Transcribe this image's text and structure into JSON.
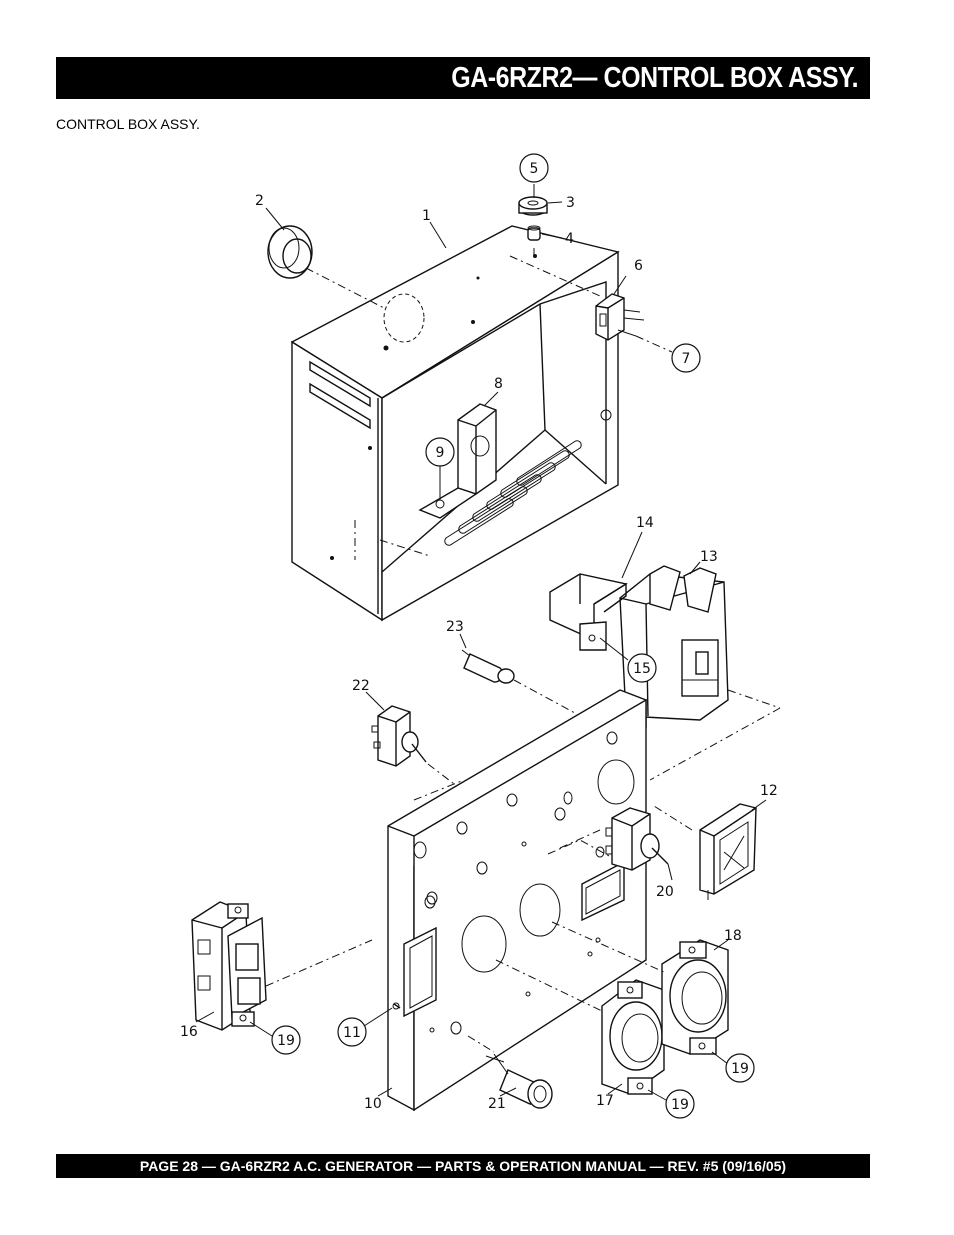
{
  "header": {
    "title": "GA-6RZR2— CONTROL BOX ASSY."
  },
  "section_label": "CONTROL BOX ASSY.",
  "footer": {
    "text": "PAGE 28 — GA-6RZR2 A.C. GENERATOR — PARTS & OPERATION MANUAL — REV. #5 (09/16/05)"
  },
  "callouts": {
    "c1": "1",
    "c2": "2",
    "c3": "3",
    "c4": "4",
    "c5": "5",
    "c6": "6",
    "c7": "7",
    "c8": "8",
    "c9": "9",
    "c10": "10",
    "c11": "11",
    "c12": "12",
    "c13": "13",
    "c14": "14",
    "c15": "15",
    "c16": "16",
    "c17": "17",
    "c18": "18",
    "c19a": "19",
    "c19b": "19",
    "c19c": "19",
    "c20": "20",
    "c21": "21",
    "c22": "22",
    "c23": "23"
  }
}
